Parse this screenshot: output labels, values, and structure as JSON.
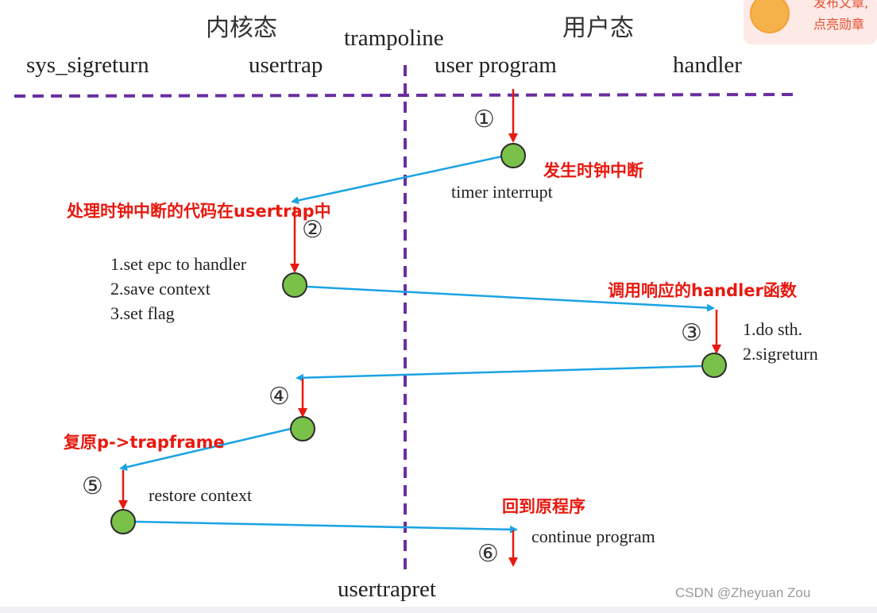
{
  "header": {
    "kernel_label": "内核态",
    "user_label": "用户态",
    "trampoline_label": "trampoline",
    "bottom_label": "usertrapret"
  },
  "lanes": {
    "sys_sigreturn": "sys_sigreturn",
    "usertrap": "usertrap",
    "user_program": "user program",
    "handler": "handler"
  },
  "steps": {
    "s1": "①",
    "s2": "②",
    "s3": "③",
    "s4": "④",
    "s5": "⑤",
    "s6": "⑥"
  },
  "annotations": {
    "timer_interrupt_cn": "发生时钟中断",
    "timer_interrupt": "timer interrupt",
    "usertrap_handles_cn": "处理时钟中断的代码在usertrap中",
    "set_epc": "1.set epc to handler",
    "save_context": "2.save context",
    "set_flag": "3.set flag",
    "call_handler_cn": "调用响应的handler函数",
    "do_sth": "1.do sth.",
    "sigreturn": "2.sigreturn",
    "restore_trapframe_cn": "复原p->trapframe",
    "restore_context": "restore context",
    "back_to_program_cn": "回到原程序",
    "continue_program": "continue program"
  },
  "badge": {
    "line1": "发布文章,",
    "line2": "点亮勋章"
  },
  "watermark": "CSDN @Zheyuan Zou",
  "colors": {
    "dash_line": "#6a2ea0",
    "flow_arrow": "#1ba3e3",
    "step_arrow": "#e8190f",
    "node_fill": "#7ac14a",
    "node_stroke": "#2b2b2b",
    "highlight_text": "#e8190f"
  }
}
